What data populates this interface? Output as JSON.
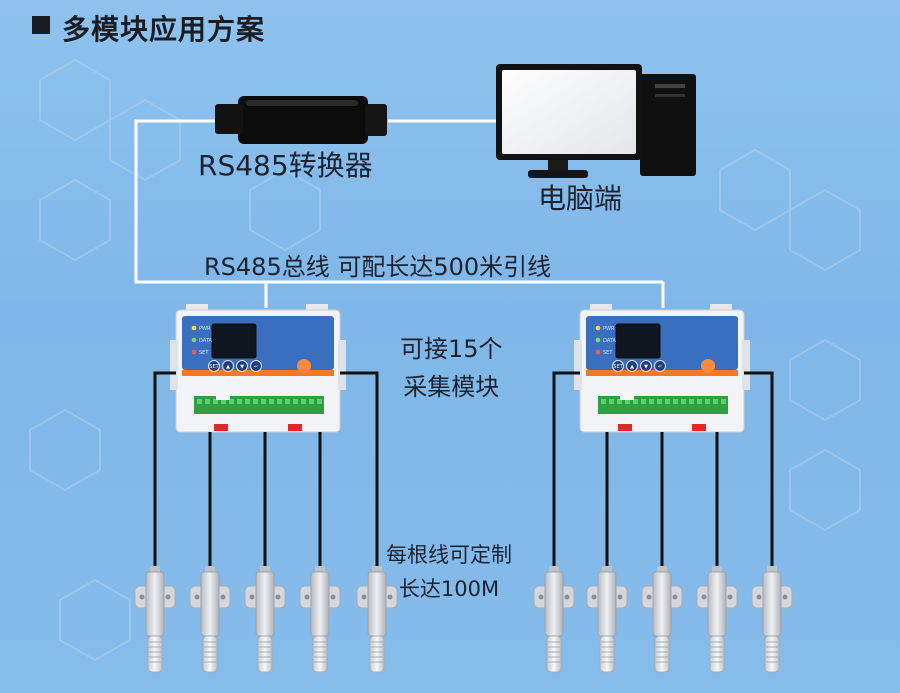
{
  "header": {
    "title": "多模块应用方案"
  },
  "labels": {
    "converter": "RS485转换器",
    "pc": "电脑端",
    "bus": "RS485总线 可配长达500米引线",
    "connect_line1": "可接15个",
    "connect_line2": "采集模块",
    "cable_line1": "每根线可定制",
    "cable_line2": "长达100M"
  },
  "module": {
    "indicator_labels": [
      "PWR",
      "DATA",
      "SET"
    ],
    "buttons": [
      "SET",
      "▲",
      "▼",
      "↵"
    ]
  },
  "colors": {
    "background": "#86bcea",
    "bus_line": "#ffffff",
    "sensor_wire": "#111111",
    "module_top": "#3a6fc0",
    "module_stripe": "#f07a2a",
    "terminal_green": "#2ea043",
    "module_body": "#f2f3f5"
  }
}
